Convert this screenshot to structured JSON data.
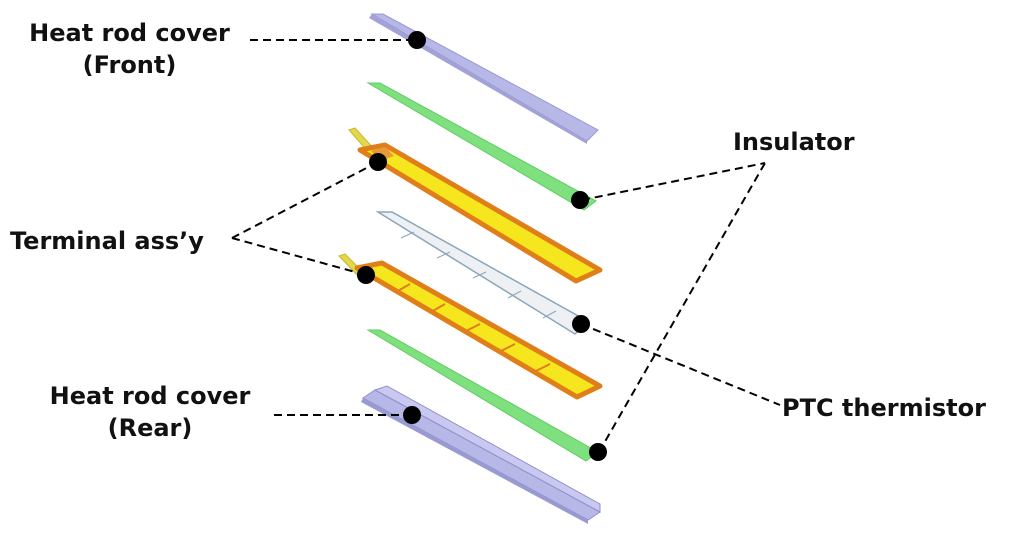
{
  "labels": {
    "heat_rod_cover_front": {
      "line1": "Heat rod cover",
      "line2": "(Front)"
    },
    "heat_rod_cover_rear": {
      "line1": "Heat rod cover",
      "line2": "(Rear)"
    },
    "terminal_assy": "Terminal ass’y",
    "insulator": "Insulator",
    "ptc_thermistor": "PTC thermistor"
  },
  "colors": {
    "cover": "#b8b8e8",
    "cover_edge": "#9090c8",
    "insulator": "#7ee07e",
    "insulator_edge": "#5cc85c",
    "terminal_fill": "#f5e61e",
    "terminal_frame": "#e07e1a",
    "terminal_tab": "#e2d84a",
    "ptc_fill": "#eef0f4",
    "ptc_edge": "#8aa6bc",
    "marker": "#000000",
    "leader": "#000000"
  }
}
